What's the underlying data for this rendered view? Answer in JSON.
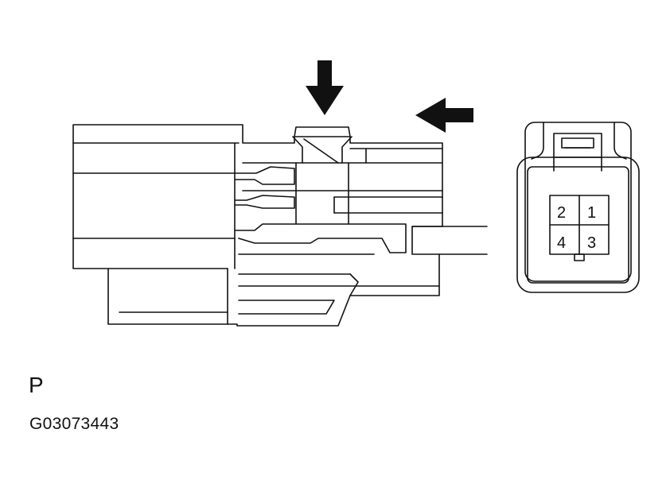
{
  "diagram": {
    "connector_letter": "P",
    "figure_code": "G03073443",
    "pins": [
      "2",
      "1",
      "4",
      "3"
    ],
    "stroke_color": "#111111",
    "background": "#ffffff"
  }
}
